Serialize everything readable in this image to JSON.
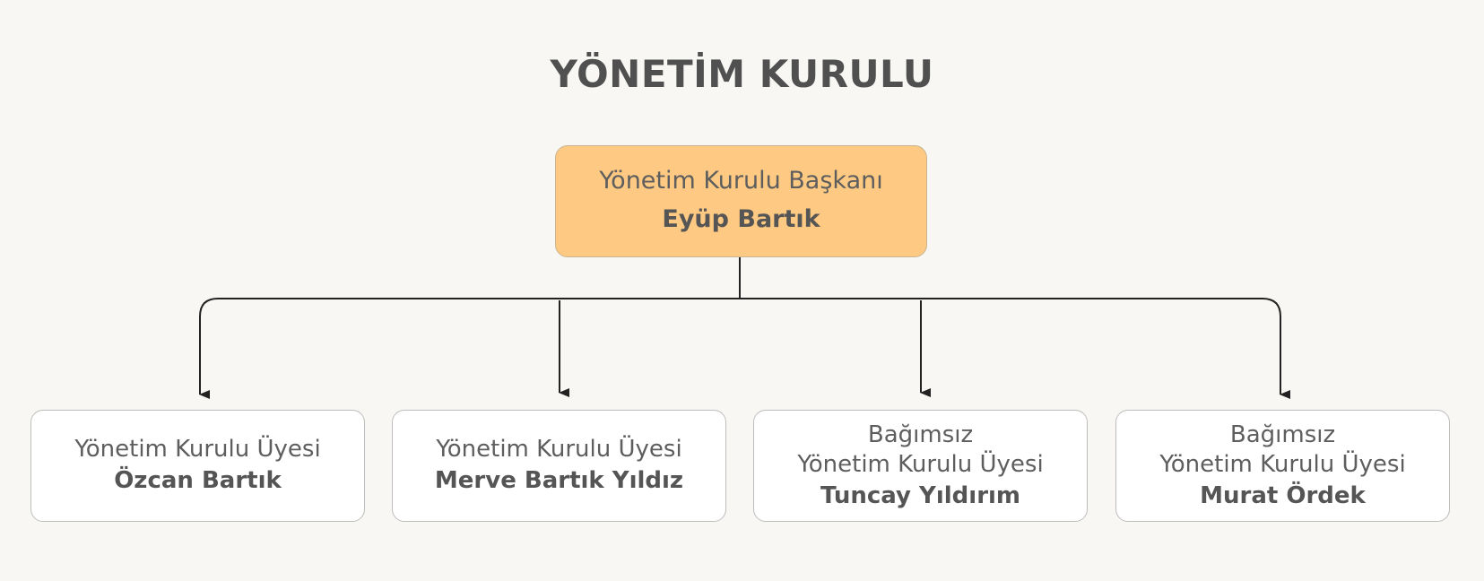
{
  "title": "YÖNETİM KURULU",
  "chair": {
    "role": "Yönetim Kurulu Başkanı",
    "name": "Eyüp Bartık"
  },
  "members": [
    {
      "role_line1": "",
      "role": "Yönetim Kurulu Üyesi",
      "name": "Özcan Bartık"
    },
    {
      "role_line1": "",
      "role": "Yönetim Kurulu Üyesi",
      "name": "Merve Bartık Yıldız"
    },
    {
      "role_line1": "Bağımsız",
      "role": "Yönetim Kurulu Üyesi",
      "name": "Tuncay Yıldırım"
    },
    {
      "role_line1": "Bağımsız",
      "role": "Yönetim Kurulu Üyesi",
      "name": "Murat Ördek"
    }
  ],
  "colors": {
    "background": "#f8f7f3",
    "chair_fill": "#fec982",
    "member_fill": "#ffffff",
    "connector": "#222222",
    "text": "#555555"
  }
}
